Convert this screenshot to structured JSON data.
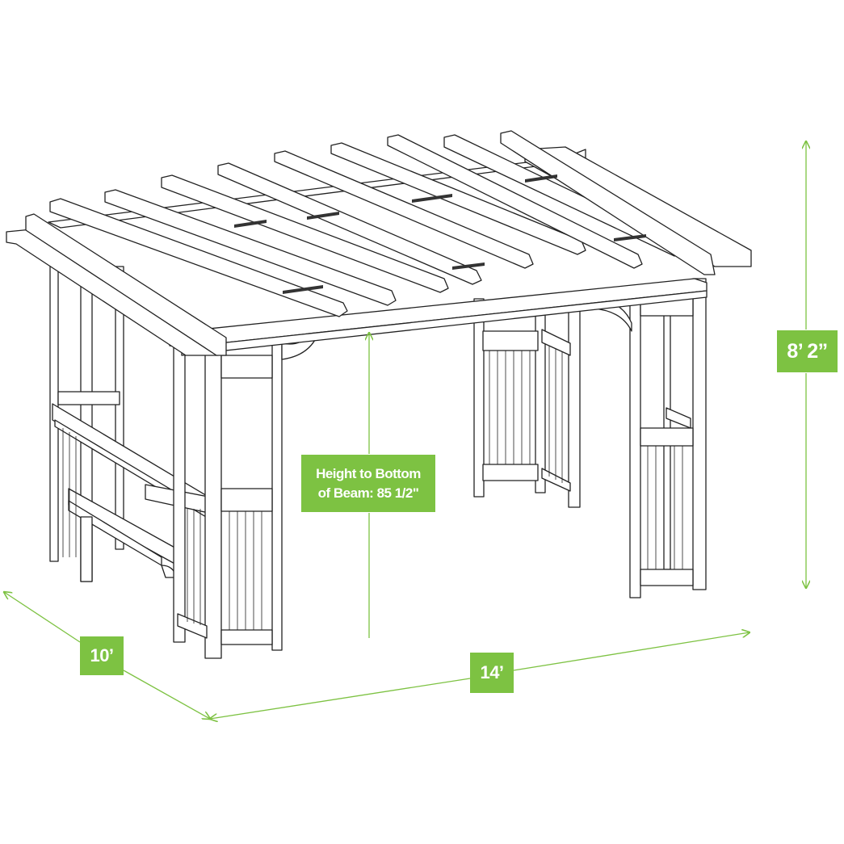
{
  "diagram": {
    "subject": "pergola with bench and lattice side panels",
    "accent_color": "#7dc242",
    "line_color": "#222222"
  },
  "dimensions": {
    "total_height": {
      "label": "8’ 2”"
    },
    "beam_height": {
      "line1": "Height to Bottom",
      "line2": "of Beam: 85 1/2\""
    },
    "depth": {
      "label": "10’"
    },
    "width": {
      "label": "14’"
    }
  }
}
